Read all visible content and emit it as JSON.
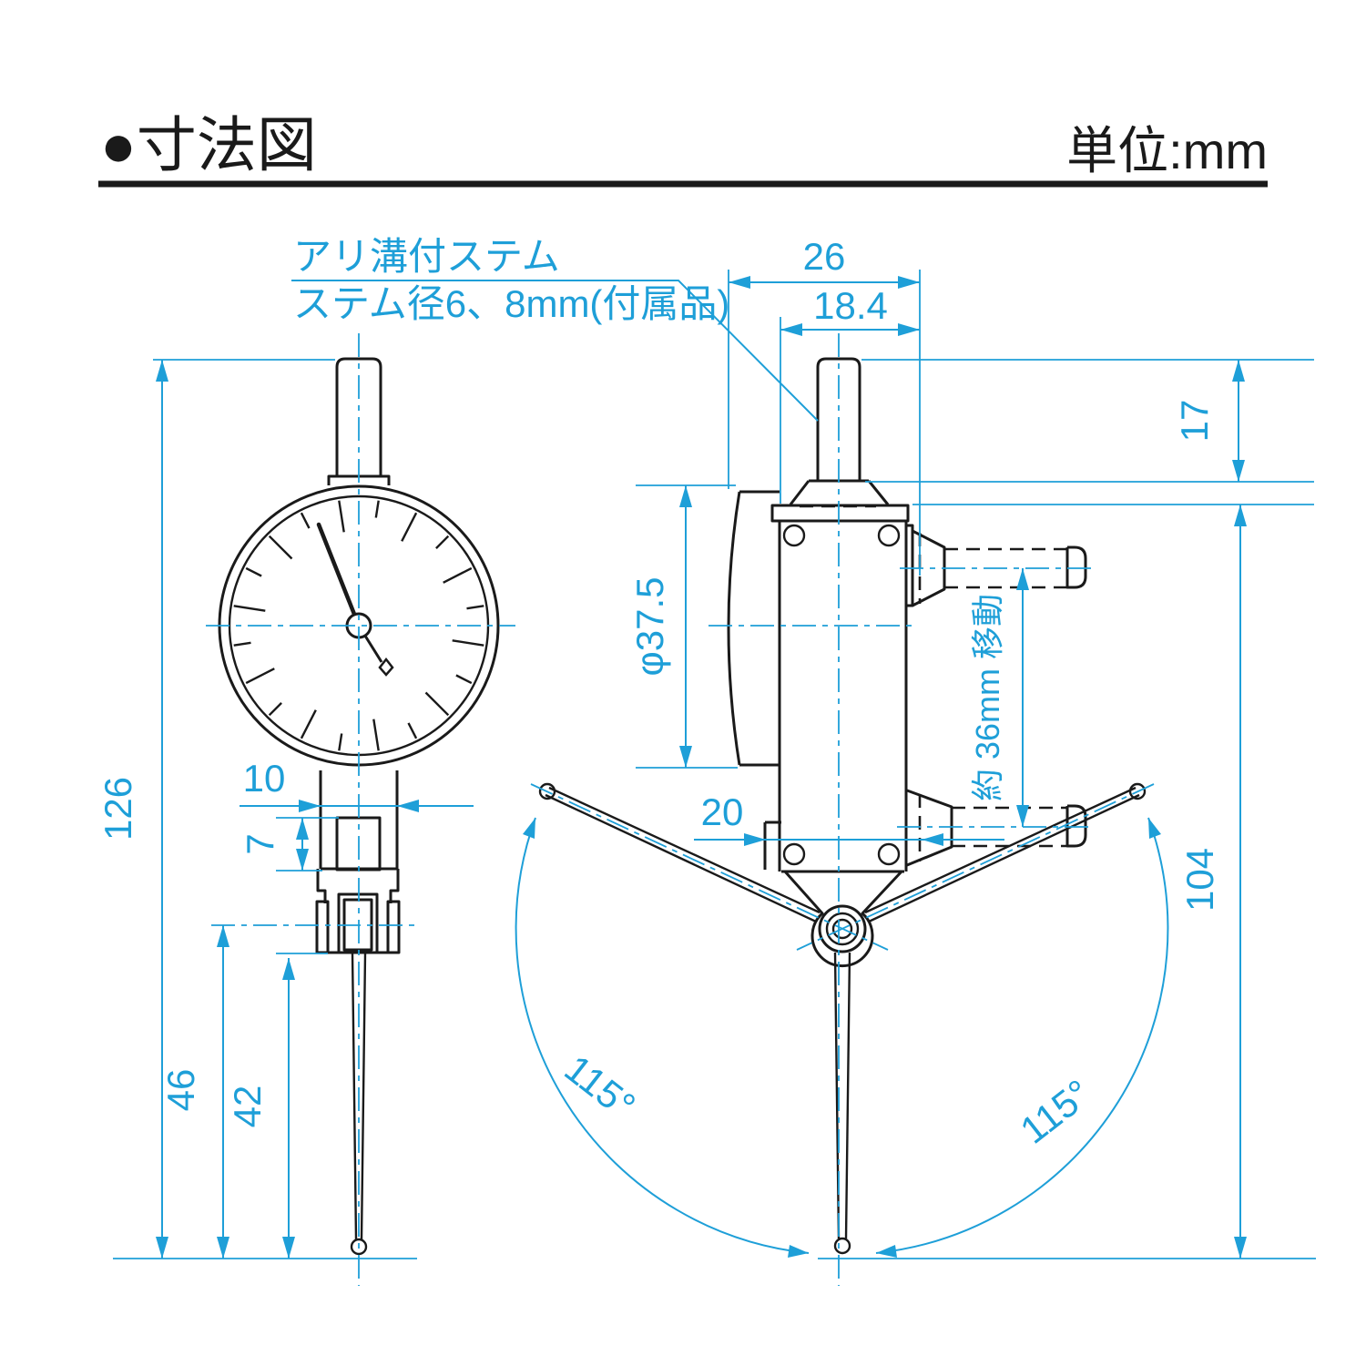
{
  "header": {
    "title": "●寸法図",
    "unit": "単位:mm"
  },
  "callout": {
    "line1": "アリ溝付ステム",
    "line2": "ステム径6、8mm(付属品)"
  },
  "dims": {
    "overall_width": "26",
    "body_width": "18.4",
    "stem_height": "17",
    "dial_diameter": "φ37.5",
    "travel": "約 36mm 移動",
    "depth": "20",
    "contact_height": "104",
    "swing_left": "115°",
    "swing_right": "115°",
    "overall_height": "126",
    "neck_width": "10",
    "square_height": "7",
    "clamp_to_tip": "46",
    "stylus_length": "42"
  },
  "colors": {
    "dimension": "#1E9FD8",
    "outline": "#1A1A1A"
  }
}
